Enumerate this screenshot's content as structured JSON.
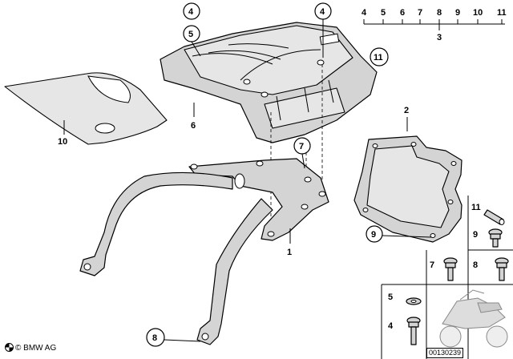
{
  "callouts": {
    "c4_top": "4",
    "c5_top": "5",
    "c4_right": "4",
    "c11_main": "11",
    "c7_main": "7",
    "c9_main": "9",
    "c8_bottom": "8"
  },
  "labels": {
    "l10": "10",
    "l6": "6",
    "l2": "2",
    "l1": "1",
    "l3": "3"
  },
  "scale_numbers": [
    "4",
    "5",
    "6",
    "7",
    "8",
    "9",
    "10",
    "11"
  ],
  "legend": {
    "n11": "11",
    "n9": "9",
    "n7": "7",
    "n8": "8",
    "n5": "5",
    "n4": "4"
  },
  "footer": {
    "copyright": "© BMW AG",
    "image_id": "00130239"
  }
}
